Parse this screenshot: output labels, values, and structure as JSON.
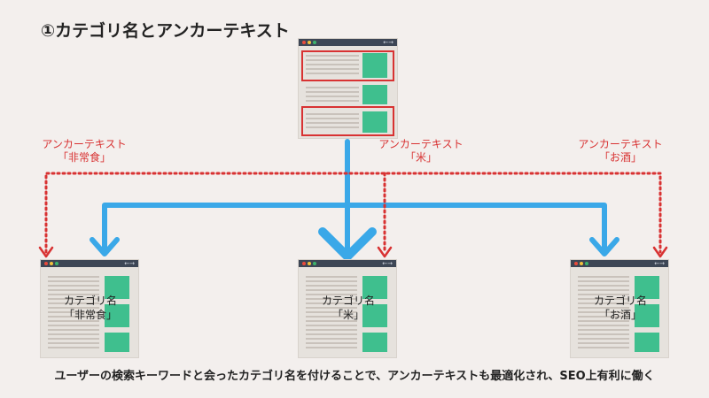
{
  "title": "①カテゴリ名とアンカーテキスト",
  "caption": "ユーザーの検索キーワードと会ったカテゴリ名を付けることで、アンカーテキストも最適化され、SEO上有利に働く",
  "window_controls": {
    "nav_arrows": "←→"
  },
  "anchors": [
    {
      "line1": "アンカーテキスト",
      "line2": "「非常食」"
    },
    {
      "line1": "アンカーテキスト",
      "line2": "「米」"
    },
    {
      "line1": "アンカーテキスト",
      "line2": "「お酒」"
    }
  ],
  "categories": [
    {
      "line1": "カテゴリ名",
      "line2": "「非常食」"
    },
    {
      "line1": "カテゴリ名",
      "line2": "「米」"
    },
    {
      "line1": "カテゴリ名",
      "line2": "「お酒」"
    }
  ],
  "colors": {
    "blue_arrow": "#3aa8e8",
    "red_dotted": "#d83232",
    "green_block": "#3fbf8e",
    "titlebar": "#3d4655"
  }
}
